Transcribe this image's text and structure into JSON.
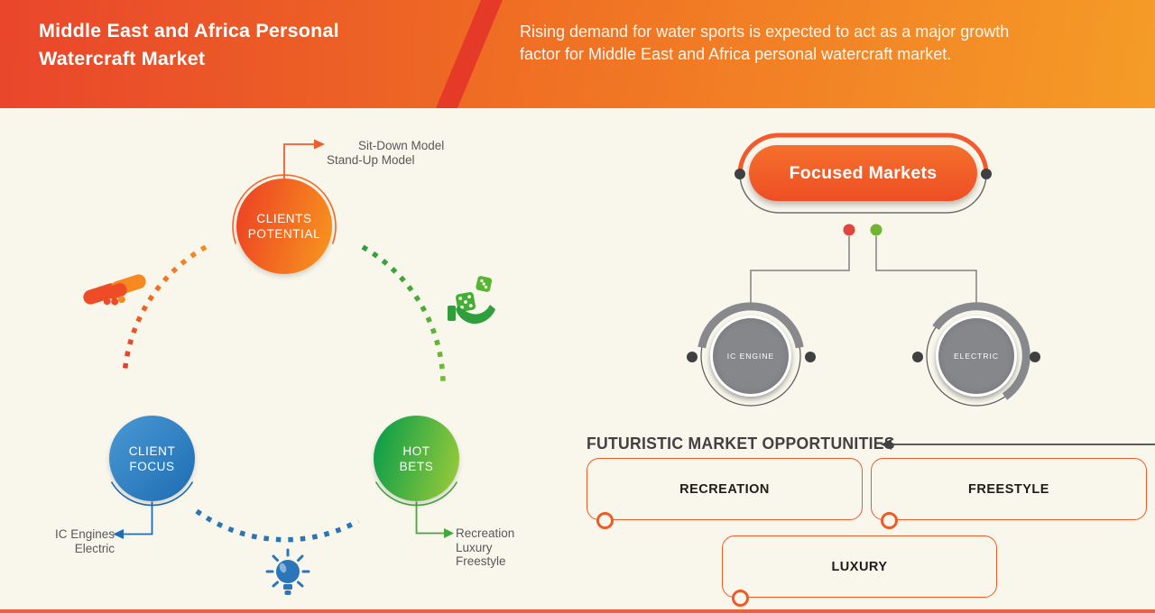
{
  "header": {
    "title": "Middle East and Africa Personal Watercraft Market",
    "subtitle": "Rising demand for water sports is expected to act as a major growth factor for Middle East and Africa personal watercraft market."
  },
  "cycle": {
    "nodes": {
      "potential": {
        "lines": [
          "CLIENTS",
          "POTENTIAL"
        ]
      },
      "focus": {
        "lines": [
          "CLIENT",
          "FOCUS"
        ]
      },
      "bets": {
        "lines": [
          "HOT",
          "BETS"
        ]
      }
    },
    "callouts": {
      "models": {
        "lines": [
          "Sit-Down Model",
          "Stand-Up Model"
        ]
      },
      "engines": {
        "lines": [
          "IC Engines",
          "Electric"
        ]
      },
      "segments": {
        "lines": [
          "Recreation",
          "Luxury",
          "Freestyle"
        ]
      }
    },
    "icons": [
      "handshake-icon",
      "dice-hand-icon",
      "lightbulb-icon"
    ]
  },
  "focused_markets": {
    "title": "Focused Markets",
    "nodes": [
      {
        "label": "IC ENGINE"
      },
      {
        "label": "ELECTRIC"
      }
    ]
  },
  "opportunities": {
    "heading": "FUTURISTIC MARKET OPPORTUNITIES",
    "boxes": [
      {
        "label": "RECREATION"
      },
      {
        "label": "FREESTYLE"
      },
      {
        "label": "LUXURY"
      }
    ]
  },
  "colors": {
    "header_orange_start": "#e9462b",
    "header_orange_end": "#f9a63d",
    "header_stripe_red": "#e63a28",
    "accent_orange": "#f15b2d",
    "accent_blue": "#1f6db3",
    "accent_green": "#3fa93a",
    "neutral_gray": "#85878a",
    "background_cream": "#f9f6ec",
    "dot_red": "#e2453b",
    "dot_green": "#6fb52f"
  }
}
